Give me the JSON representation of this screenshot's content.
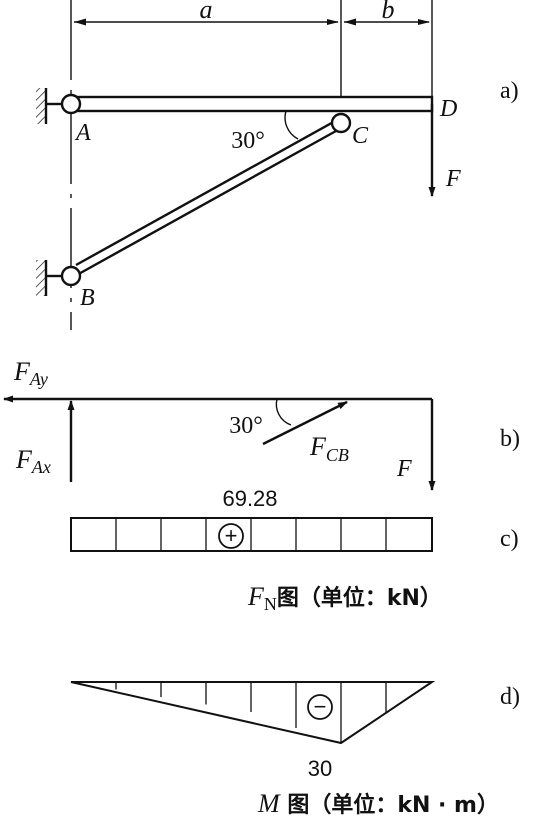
{
  "panel_a": {
    "caption": "a)",
    "dim_a": "a",
    "dim_b": "b",
    "point_A": "A",
    "point_B": "B",
    "point_C": "C",
    "point_D": "D",
    "force": "F",
    "angle": "30°"
  },
  "panel_b": {
    "caption": "b)",
    "fay_main": "F",
    "fay_sub": "Ay",
    "fax_main": "F",
    "fax_sub": "Ax",
    "fcb_main": "F",
    "fcb_sub": "CB",
    "force": "F",
    "angle": "30°"
  },
  "panel_c": {
    "caption": "c)",
    "value": "69.28",
    "sign": "+",
    "title_main": "F",
    "title_sub": "N",
    "title_rest": "图（单位：kN）"
  },
  "panel_d": {
    "caption": "d)",
    "value": "30",
    "sign": "−",
    "title_main": "M",
    "title_rest": " 图（单位：kN · m）"
  }
}
